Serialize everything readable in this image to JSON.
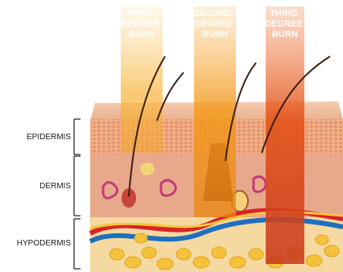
{
  "burns": [
    {
      "lines": [
        "FIRST",
        "DEGREE",
        "BURN"
      ],
      "color": "#f6b23a"
    },
    {
      "lines": [
        "SECOND",
        "DEGREE",
        "BURN"
      ],
      "color": "#f39a1e"
    },
    {
      "lines": [
        "THIRD",
        "DEGREE",
        "BURN"
      ],
      "color": "#e4531a"
    }
  ],
  "layers": [
    {
      "label": "EPIDERMIS"
    },
    {
      "label": "DERMIS"
    },
    {
      "label": "HYPODERMIS"
    }
  ],
  "colors": {
    "epidermis": "#f1b48f",
    "dermis": "#e9a98c",
    "hypodermis": "#f7d489",
    "fat": "#f5c23c",
    "artery": "#d8232a",
    "vein": "#1f6fc0",
    "hair": "#3a1f14"
  }
}
